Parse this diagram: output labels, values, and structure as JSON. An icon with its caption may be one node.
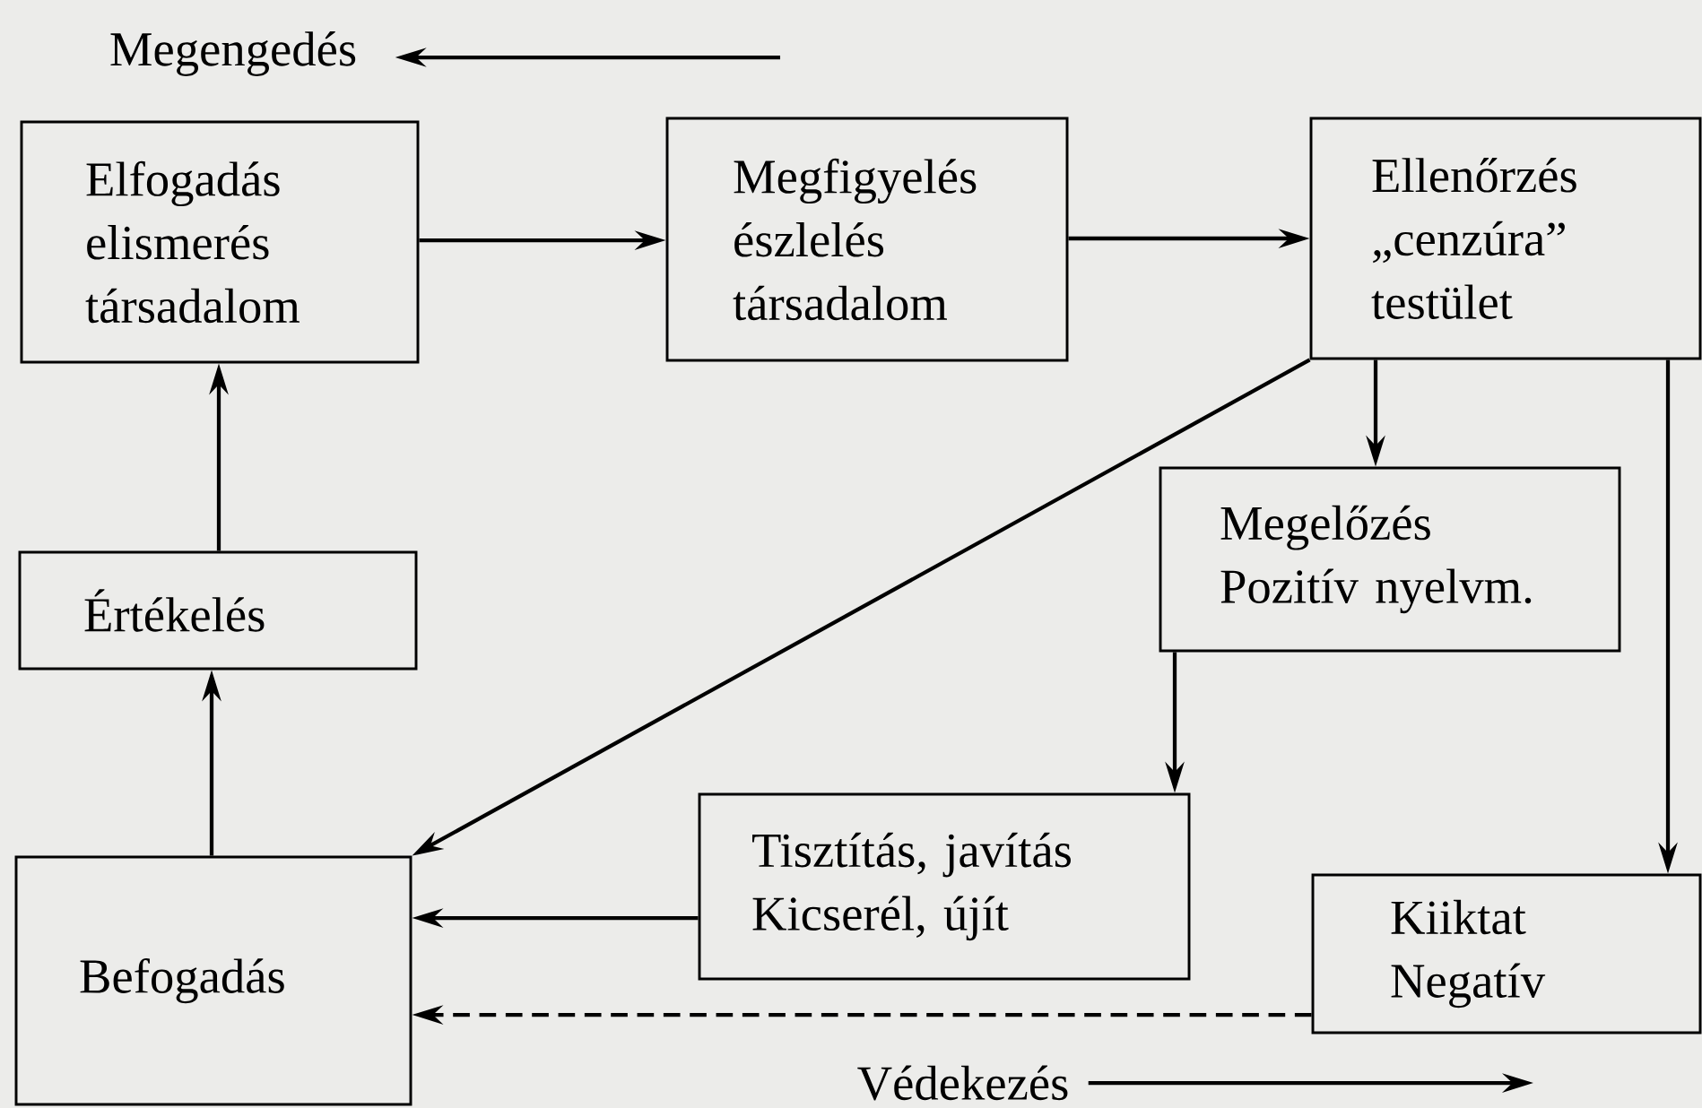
{
  "diagram": {
    "nodes": [
      {
        "text": [
          "Megengedés"
        ]
      },
      {
        "text": [
          "Elfogadás elismerés társadalom"
        ]
      },
      {
        "text": [
          "Megfigyelés észlelés társadalom"
        ]
      },
      {
        "text": [
          "Ellenőrzés „cenzúra” testület"
        ]
      },
      {
        "text": [
          "Megelőzés Pozitív nyelvm."
        ]
      },
      {
        "text": [
          "Értékelés"
        ]
      },
      {
        "text": [
          "Tisztítás, javítás Kicserél, újít"
        ]
      },
      {
        "text": [
          "Befogadás"
        ]
      },
      {
        "text": [
          "Kiiktat Negatív"
        ]
      },
      {
        "text": [
          "Védekezés"
        ]
      }
    ],
    "edges": [
      {
        "from": null,
        "to": 0,
        "arrow": "to"
      },
      {
        "from": 1,
        "to": 2,
        "arrow": "to"
      },
      {
        "from": 2,
        "to": 3,
        "arrow": "to"
      },
      {
        "from": 3,
        "to": 4,
        "arrow": "to"
      },
      {
        "from": 3,
        "to": 7,
        "arrow": "to"
      },
      {
        "from": 3,
        "to": 8,
        "arrow": "to"
      },
      {
        "from": 4,
        "to": 6,
        "arrow": "to"
      },
      {
        "from": 6,
        "to": 7,
        "arrow": "to"
      },
      {
        "from": 8,
        "to": 7,
        "arrow": "to",
        "style": "dashed"
      },
      {
        "from": 7,
        "to": 5,
        "arrow": "to"
      },
      {
        "from": 5,
        "to": 1,
        "arrow": "to"
      },
      {
        "from": 9,
        "to": null,
        "arrow": "to"
      }
    ]
  }
}
